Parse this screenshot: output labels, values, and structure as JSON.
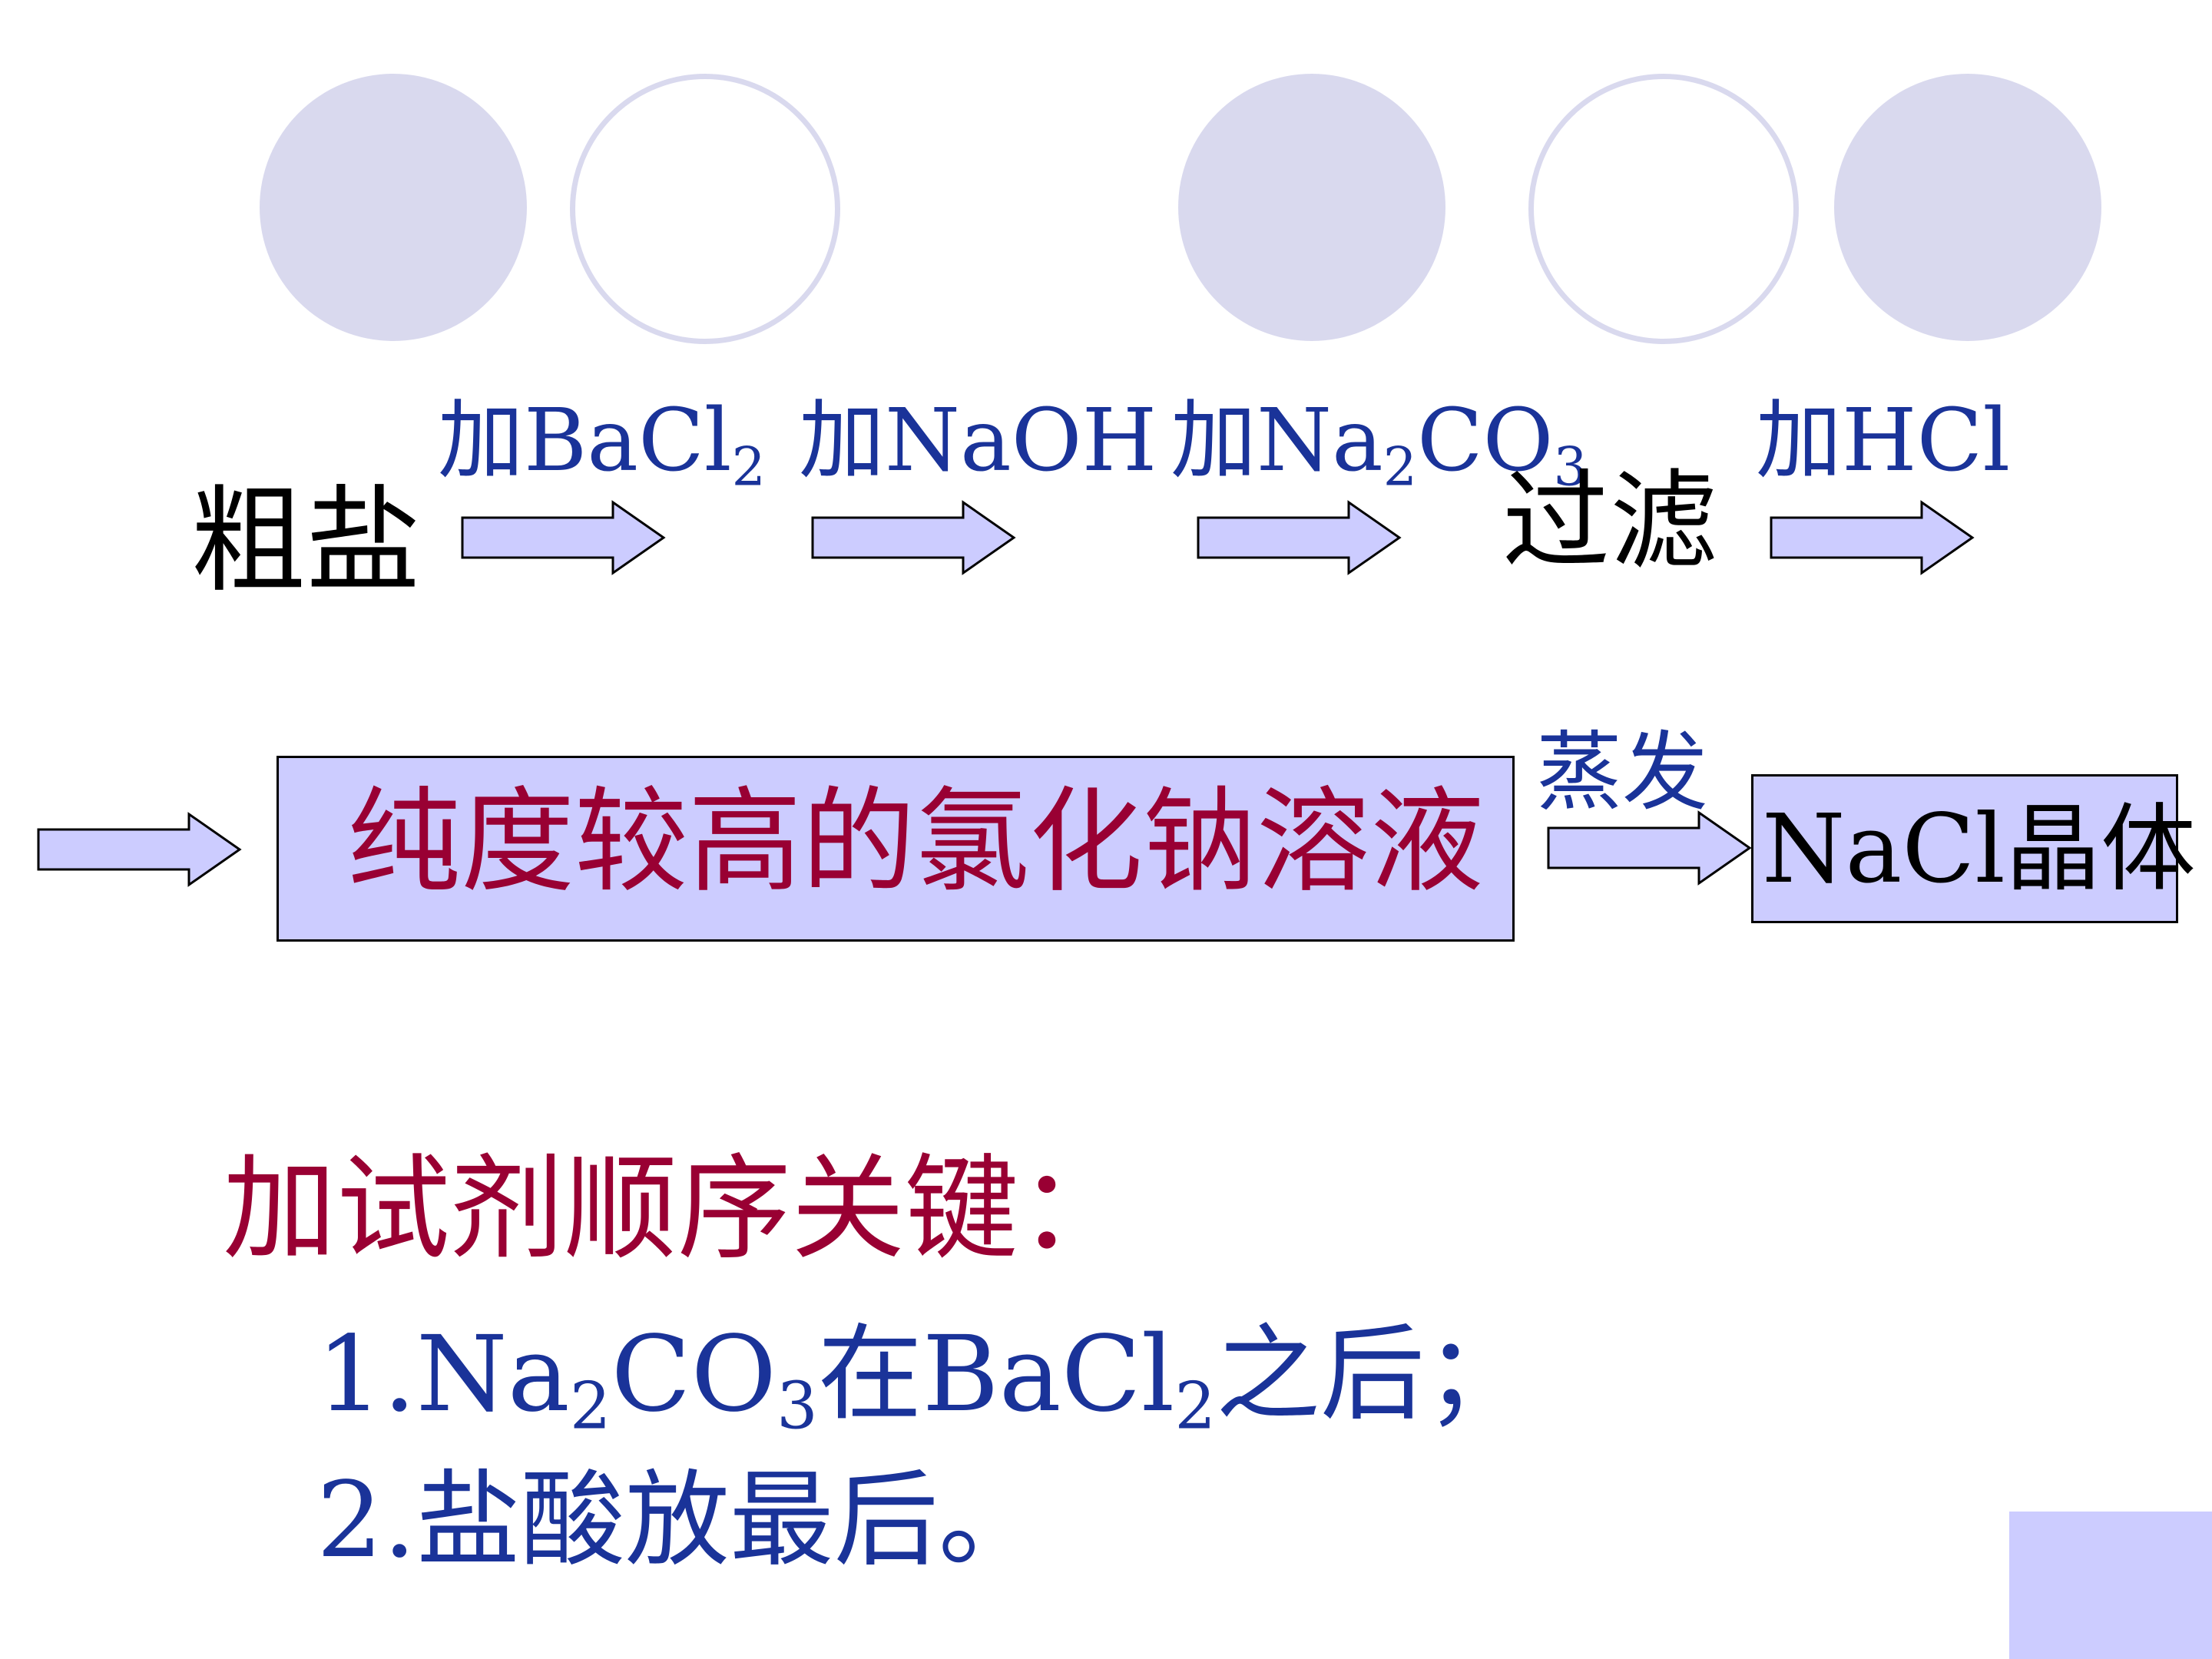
{
  "decoration": {
    "circles": [
      "filled",
      "outline",
      "filled",
      "outline",
      "filled"
    ],
    "circle_fill_color": "#d9d9ee",
    "arrow_fill_color": "#ccccff",
    "box_fill_color": "#ccccff"
  },
  "flow": {
    "start_label": "粗盐",
    "filter_label": "过滤",
    "step1": {
      "prefix": "加",
      "formula": "BaCl",
      "sub": "2"
    },
    "step2": {
      "text": "加NaOH"
    },
    "step3": {
      "prefix": "加",
      "na": "Na",
      "sub1": "2",
      "co": "CO",
      "sub2": "3"
    },
    "step4": {
      "text": "加HCl"
    },
    "solution_label": "纯度较高的氯化钠溶液",
    "evaporate_label": "蒸发",
    "crystal_label": "NaCl晶体"
  },
  "notes": {
    "heading": "加试剂顺序关键：",
    "item1": {
      "num": "1.",
      "na": "Na",
      "sub1": "2",
      "co": "CO",
      "sub2": "3",
      "mid": "在",
      "bacl": "BaCl",
      "sub3": "2",
      "tail": "之后；"
    },
    "item2": "2.盐酸放最后。"
  },
  "colors": {
    "black": "#000000",
    "blue": "#1a3399",
    "red": "#990033"
  }
}
